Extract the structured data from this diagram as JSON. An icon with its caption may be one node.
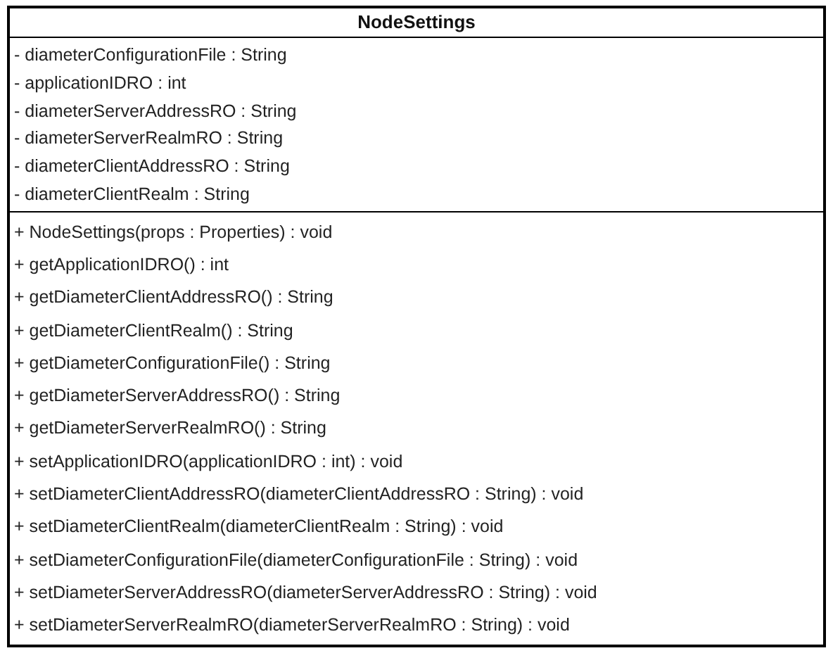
{
  "diagram": {
    "nodes": [
      {
        "text": [
          "NodeSettings"
        ]
      },
      {
        "text": [
          "- diameterConfigurationFile : String",
          "- applicationIDRO : int",
          "- diameterServerAddressRO : String",
          "- diameterServerRealmRO : String",
          "- diameterClientAddressRO : String",
          "- diameterClientRealm : String"
        ],
        "in": 0
      },
      {
        "text": [
          "+ NodeSettings(props : Properties) : void",
          "+ getApplicationIDRO() : int",
          "+ getDiameterClientAddressRO() : String",
          "+ getDiameterClientRealm() : String",
          "+ getDiameterConfigurationFile() : String",
          "+ getDiameterServerAddressRO() : String",
          "+ getDiameterServerRealmRO() : String",
          "+ setApplicationIDRO(applicationIDRO : int) : void",
          "+ setDiameterClientAddressRO(diameterClientAddressRO : String) : void",
          "+ setDiameterClientRealm(diameterClientRealm : String) : void",
          "+ setDiameterConfigurationFile(diameterConfigurationFile : String) : void",
          "+ setDiameterServerAddressRO(diameterServerAddressRO : String) : void",
          "+ setDiameterServerRealmRO(diameterServerRealmRO : String) : void"
        ],
        "in": 0
      }
    ]
  }
}
